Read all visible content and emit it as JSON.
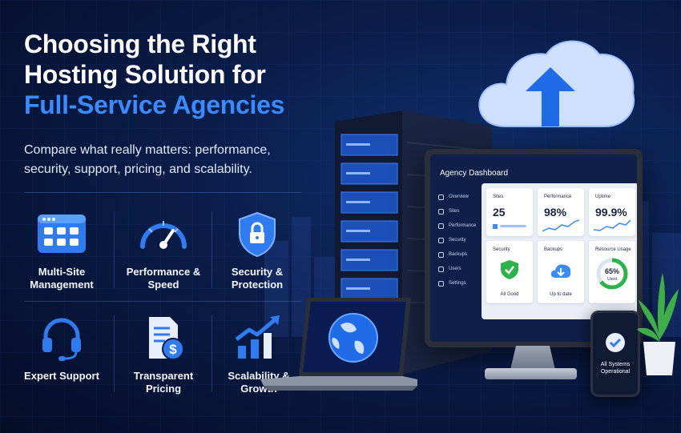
{
  "header": {
    "title_line1": "Choosing the Right",
    "title_line2": "Hosting Solution for",
    "title_line3": "Full-Service Agencies",
    "subtitle": "Compare what really matters: performance, security, support, pricing, and scalability."
  },
  "features": [
    {
      "label": "Multi-Site Management",
      "icon": "browser-grid-icon"
    },
    {
      "label": "Performance & Speed",
      "icon": "speedometer-icon"
    },
    {
      "label": "Security & Protection",
      "icon": "shield-lock-icon"
    },
    {
      "label": "Expert Support",
      "icon": "headset-icon"
    },
    {
      "label": "Transparent Pricing",
      "icon": "invoice-dollar-icon"
    },
    {
      "label": "Scalability & Growth",
      "icon": "growth-chart-icon"
    }
  ],
  "dashboard": {
    "title": "Agency Dashboard",
    "menu": [
      {
        "label": "Overview",
        "icon": "headphones-icon"
      },
      {
        "label": "Sites",
        "icon": "list-icon"
      },
      {
        "label": "Performance",
        "icon": "trend-icon"
      },
      {
        "label": "Security",
        "icon": "shield-icon"
      },
      {
        "label": "Backups",
        "icon": "database-icon"
      },
      {
        "label": "Users",
        "icon": "users-icon"
      },
      {
        "label": "Settings",
        "icon": "gear-icon"
      }
    ],
    "cards": {
      "sites": {
        "title": "Sites",
        "value": "25"
      },
      "performance": {
        "title": "Performance",
        "value": "98%"
      },
      "uptime": {
        "title": "Uptime",
        "value": "99.9%"
      },
      "security": {
        "title": "Security",
        "status": "All Good"
      },
      "backups": {
        "title": "Backups",
        "status": "Up to date"
      },
      "resource": {
        "title": "Resource Usage",
        "value": "65%",
        "sub": "Used",
        "fraction": 0.65
      }
    }
  },
  "phone": {
    "status": "All Systems Operational"
  },
  "colors": {
    "accent": "#3a8bff",
    "background": "#0a1c48",
    "success": "#2cb34a"
  }
}
